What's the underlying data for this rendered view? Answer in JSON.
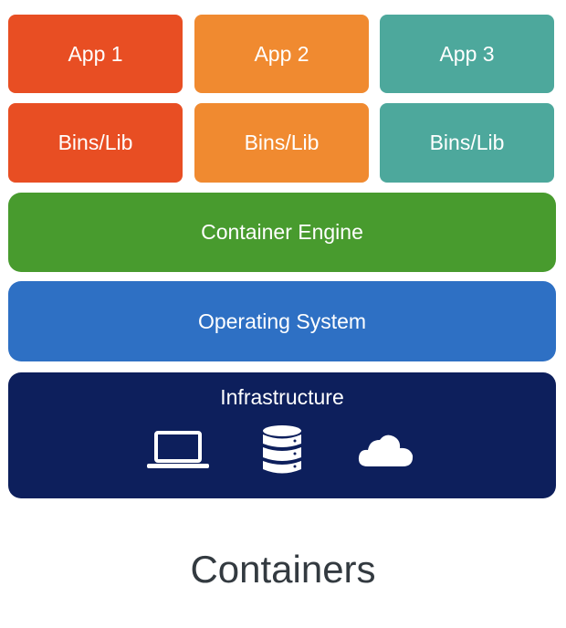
{
  "apps": [
    {
      "app": "App 1",
      "bins": "Bins/Lib",
      "color": "#e84e23"
    },
    {
      "app": "App 2",
      "bins": "Bins/Lib",
      "color": "#f08a30"
    },
    {
      "app": "App 3",
      "bins": "Bins/Lib",
      "color": "#4da89c"
    }
  ],
  "layers": {
    "engine": {
      "label": "Container Engine",
      "color": "#489b2e"
    },
    "os": {
      "label": "Operating System",
      "color": "#2e70c4"
    },
    "infra": {
      "label": "Infrastructure",
      "color": "#0d1f5c",
      "icons": [
        "laptop-icon",
        "database-icon",
        "cloud-icon"
      ]
    }
  },
  "title": "Containers"
}
